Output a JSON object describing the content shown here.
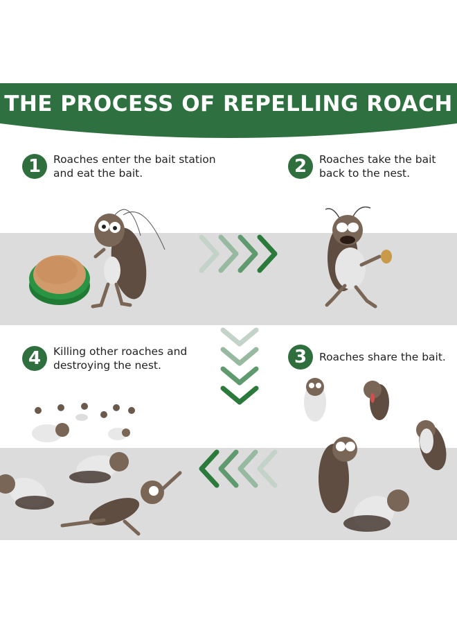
{
  "header": {
    "title": "THE PROCESS OF REPELLING ROACH",
    "banner_color": "#2f7040",
    "text_color": "#ffffff"
  },
  "steps": [
    {
      "number": "1",
      "lines": [
        "Roaches enter the bait station",
        "and eat the bait."
      ],
      "illustration": "roach-eating-from-green-bait-station"
    },
    {
      "number": "2",
      "lines": [
        "Roaches take the bait",
        "back to the nest."
      ],
      "illustration": "scared-roach-carrying-bait"
    },
    {
      "number": "3",
      "lines": [
        "Roaches share the bait."
      ],
      "illustration": "group-of-roaches-sharing-bait"
    },
    {
      "number": "4",
      "lines": [
        "Killing other roaches and",
        "destroying the nest."
      ],
      "illustration": "dead-roaches-lying-down"
    }
  ],
  "arrows": {
    "step1_to_2": {
      "direction": "right",
      "count": 4
    },
    "step2_to_3": {
      "direction": "down",
      "count": 4
    },
    "step3_to_4": {
      "direction": "left",
      "count": 4
    }
  },
  "colors": {
    "accent_green": "#2f6f3e",
    "band_gray": "#dcdcdc",
    "arrow_shades": [
      "#c3d3c7",
      "#97b9a0",
      "#5f9a6e",
      "#2a7a3c"
    ],
    "roach_brown": "#6b5a4c",
    "bait_tan": "#c89a6a"
  }
}
